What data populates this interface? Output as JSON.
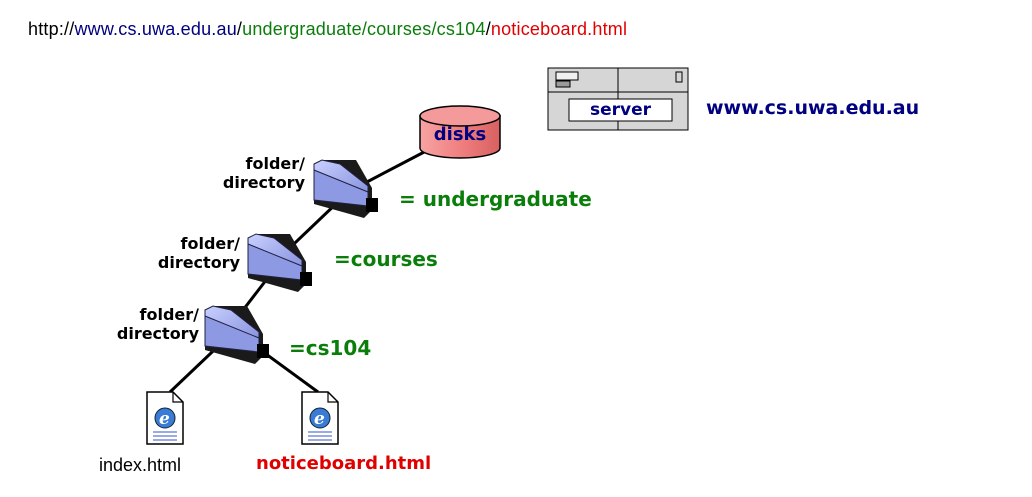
{
  "url": {
    "scheme_host_prefix": "http://",
    "host": "www.cs.uwa.edu.au",
    "slash1": "/",
    "path": "undergraduate/courses/cs104",
    "slash2": "/",
    "file": "noticeboard.html"
  },
  "colors": {
    "host": "#000080",
    "path": "#0a7d0a",
    "file": "#e00000",
    "folder": "#9ea9ea",
    "disk": "#f08080"
  },
  "server": {
    "label": "server",
    "host": "www.cs.uwa.edu.au"
  },
  "disk": {
    "label": "disks"
  },
  "folders": [
    {
      "label_line1": "folder/",
      "label_line2": "directory",
      "name": "= undergraduate"
    },
    {
      "label_line1": "folder/",
      "label_line2": "directory",
      "name": "=courses"
    },
    {
      "label_line1": "folder/",
      "label_line2": "directory",
      "name": "=cs104"
    }
  ],
  "files": [
    {
      "name": "index.html"
    },
    {
      "name": "noticeboard.html"
    }
  ],
  "icons": [
    "server-icon",
    "disk-icon",
    "folder-icon",
    "web-page-icon"
  ]
}
